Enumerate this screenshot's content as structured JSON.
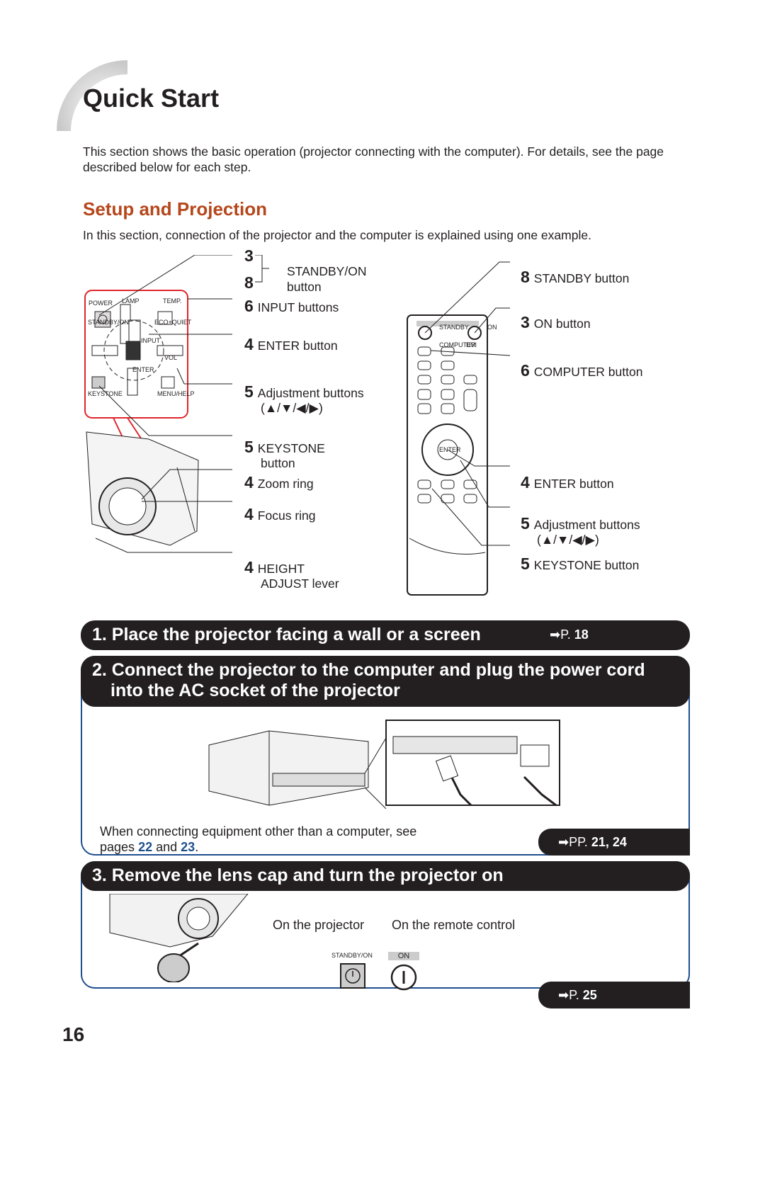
{
  "header": {
    "title": "Quick Start",
    "intro": "This section shows the basic operation (projector connecting with the computer). For details, see the page described below for each step."
  },
  "section": {
    "title": "Setup and Projection",
    "intro": "In this section, connection of the projector and the computer is explained using one example."
  },
  "projector_callouts": [
    {
      "num": "3",
      "label": ""
    },
    {
      "num": "8",
      "label": "STANDBY/ON"
    },
    {
      "num": "",
      "label": "button"
    },
    {
      "num": "6",
      "label": "INPUT buttons"
    },
    {
      "num": "4",
      "label": "ENTER button"
    },
    {
      "num": "5",
      "label": "Adjustment buttons"
    },
    {
      "num": "",
      "label": "(▲/▼/◀/▶)"
    },
    {
      "num": "5",
      "label": "KEYSTONE"
    },
    {
      "num": "",
      "label": "button"
    },
    {
      "num": "4",
      "label": "Zoom ring"
    },
    {
      "num": "4",
      "label": "Focus ring"
    },
    {
      "num": "4",
      "label": "HEIGHT"
    },
    {
      "num": "",
      "label": "ADJUST lever"
    }
  ],
  "remote_callouts": [
    {
      "num": "8",
      "label": "STANDBY button"
    },
    {
      "num": "3",
      "label": "ON button"
    },
    {
      "num": "6",
      "label": "COMPUTER button"
    },
    {
      "num": "4",
      "label": "ENTER button"
    },
    {
      "num": "5",
      "label": "Adjustment buttons"
    },
    {
      "num": "",
      "label": "(▲/▼/◀/▶)"
    },
    {
      "num": "5",
      "label": "KEYSTONE button"
    }
  ],
  "panel_labels": {
    "power": "POWER",
    "lamp": "LAMP",
    "temp": "TEMP.",
    "standby_on": "STANDBY/ON",
    "eco_quiet": "ECO+QUIET",
    "input": "INPUT",
    "vol": "VOL",
    "enter": "ENTER",
    "keystone": "KEYSTONE",
    "menu_help": "MENU/HELP"
  },
  "remote_labels": {
    "standby": "STANDBY",
    "on": "ON",
    "computer": "COMPUTER",
    "dvi": "DVI",
    "enter": "ENTER"
  },
  "steps": [
    {
      "title": "1. Place the projector facing a wall or a screen",
      "ref_prefix": "P.",
      "ref_pages": "18"
    },
    {
      "title_line1": "2. Connect the projector to the computer and plug the power cord",
      "title_line2": "into the AC socket of the projector",
      "note_line1": "When connecting equipment other than a computer, see",
      "note_pre": "pages",
      "note_p1": "22",
      "note_mid": "and",
      "note_p2": "23",
      "note_end": ".",
      "ref_prefix": "PP.",
      "ref_pages": "21, 24"
    },
    {
      "title": "3. Remove the lens cap and turn the projector on",
      "on_projector": "On the projector",
      "on_remote": "On the remote control",
      "standby_on_label": "STANDBY/ON",
      "on_label": "ON",
      "ref_prefix": "P.",
      "ref_pages": "25"
    }
  ],
  "page_number": "16",
  "colors": {
    "accent": "#b5471b",
    "dark_bar": "#231f20",
    "box_border": "#1f4f8f",
    "panel_red": "#e0262a"
  }
}
